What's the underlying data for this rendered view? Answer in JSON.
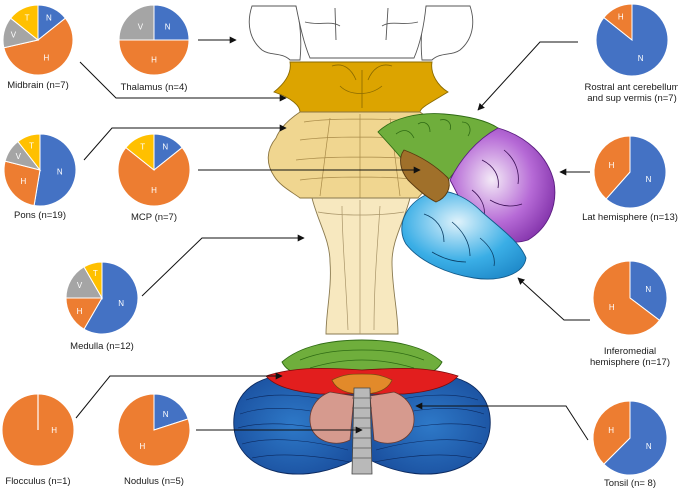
{
  "colors": {
    "N": "#4472c4",
    "H": "#ed7d31",
    "V": "#a5a5a5",
    "T": "#ffc000"
  },
  "legend_letters": {
    "N": "N",
    "H": "H",
    "V": "V",
    "T": "T"
  },
  "charts": [
    {
      "id": "midbrain",
      "label": [
        "Midbrain (n=7)"
      ],
      "slices": [
        {
          "k": "N",
          "v": 1
        },
        {
          "k": "H",
          "v": 4
        },
        {
          "k": "V",
          "v": 1
        },
        {
          "k": "T",
          "v": 1
        }
      ]
    },
    {
      "id": "thalamus",
      "label": [
        "Thalamus (n=4)"
      ],
      "slices": [
        {
          "k": "N",
          "v": 1
        },
        {
          "k": "H",
          "v": 2
        },
        {
          "k": "V",
          "v": 1
        }
      ]
    },
    {
      "id": "rostral",
      "label": [
        "Rostral ant cerebellum",
        "and sup vermis (n=7)"
      ],
      "slices": [
        {
          "k": "N",
          "v": 6
        },
        {
          "k": "H",
          "v": 1
        }
      ]
    },
    {
      "id": "pons",
      "label": [
        "Pons (n=19)"
      ],
      "slices": [
        {
          "k": "N",
          "v": 10
        },
        {
          "k": "H",
          "v": 5
        },
        {
          "k": "V",
          "v": 2
        },
        {
          "k": "T",
          "v": 2
        }
      ]
    },
    {
      "id": "mcp",
      "label": [
        "MCP (n=7)"
      ],
      "slices": [
        {
          "k": "N",
          "v": 1
        },
        {
          "k": "H",
          "v": 5
        },
        {
          "k": "T",
          "v": 1
        }
      ]
    },
    {
      "id": "lathemi",
      "label": [
        "Lat hemisphere (n=13)"
      ],
      "slices": [
        {
          "k": "N",
          "v": 8
        },
        {
          "k": "H",
          "v": 5
        }
      ]
    },
    {
      "id": "medulla",
      "label": [
        "Medulla (n=12)"
      ],
      "slices": [
        {
          "k": "N",
          "v": 7
        },
        {
          "k": "H",
          "v": 2
        },
        {
          "k": "V",
          "v": 2
        },
        {
          "k": "T",
          "v": 1
        }
      ]
    },
    {
      "id": "inferomed",
      "label": [
        "Inferomedial",
        "hemisphere (n=17)"
      ],
      "slices": [
        {
          "k": "N",
          "v": 6
        },
        {
          "k": "H",
          "v": 11
        }
      ]
    },
    {
      "id": "flocculus",
      "label": [
        "Flocculus (n=1)"
      ],
      "slices": [
        {
          "k": "H",
          "v": 1
        }
      ]
    },
    {
      "id": "nodulus",
      "label": [
        "Nodulus (n=5)"
      ],
      "slices": [
        {
          "k": "N",
          "v": 1
        },
        {
          "k": "H",
          "v": 4
        }
      ]
    },
    {
      "id": "tonsil",
      "label": [
        "Tonsil (n= 8)"
      ],
      "slices": [
        {
          "k": "N",
          "v": 5
        },
        {
          "k": "H",
          "v": 3
        }
      ]
    }
  ]
}
